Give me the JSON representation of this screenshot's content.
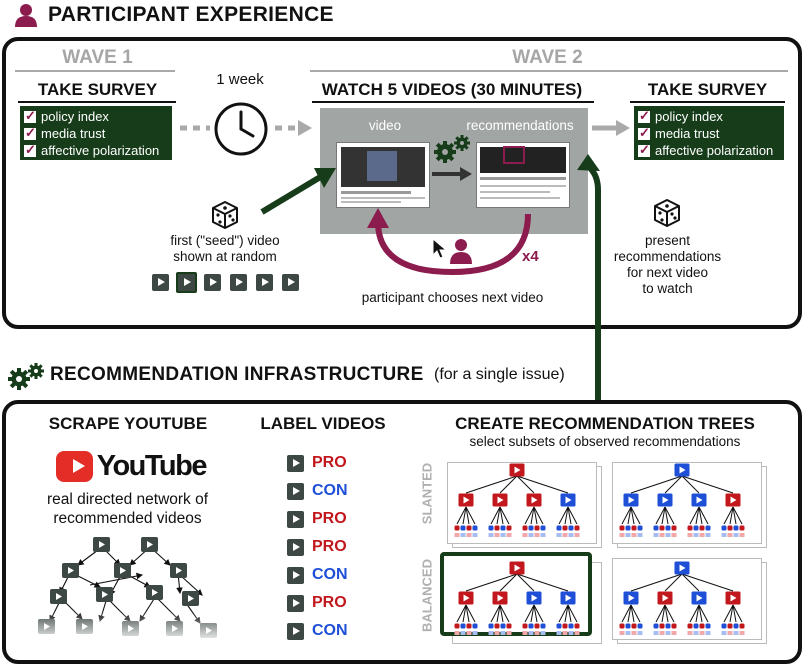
{
  "participant": {
    "heading": "PARTICIPANT  EXPERIENCE",
    "wave1": "WAVE 1",
    "wave2": "WAVE 2",
    "take_survey_left": "TAKE SURVEY",
    "take_survey_right": "TAKE SURVEY",
    "watch_title": "WATCH 5 VIDEOS (30 MINUTES)",
    "one_week": "1 week",
    "survey_items": [
      "policy index",
      "media trust",
      "affective polarization"
    ],
    "video_label": "video",
    "recs_label": "recommendations",
    "seed_line1": "first (\"seed\") video",
    "seed_line2": "shown at random",
    "x4": "x4",
    "chooses": "participant chooses next video",
    "present_line1": "present",
    "present_line2": "recommendations",
    "present_line3": "for next video",
    "present_line4": "to watch"
  },
  "infra": {
    "heading": "RECOMMENDATION  INFRASTRUCTURE",
    "heading_sub": "(for a single issue)",
    "scrape_title": "SCRAPE YOUTUBE",
    "youtube_word": "YouTube",
    "scrape_desc1": "real directed network of",
    "scrape_desc2": "recommended videos",
    "label_title": "LABEL VIDEOS",
    "labels": [
      "PRO",
      "CON",
      "PRO",
      "PRO",
      "CON",
      "PRO",
      "CON"
    ],
    "trees_title": "CREATE RECOMMENDATION TREES",
    "trees_sub": "select subsets of observed recommendations",
    "slanted": "SLANTED",
    "balanced": "BALANCED"
  },
  "colors": {
    "dark_green": "#173c1a",
    "magenta": "#8c1b4e",
    "pro_red": "#c2171d",
    "con_blue": "#1e4fd6",
    "grey_panel": "#a1a5a3",
    "youtube_red": "#e52d27"
  }
}
